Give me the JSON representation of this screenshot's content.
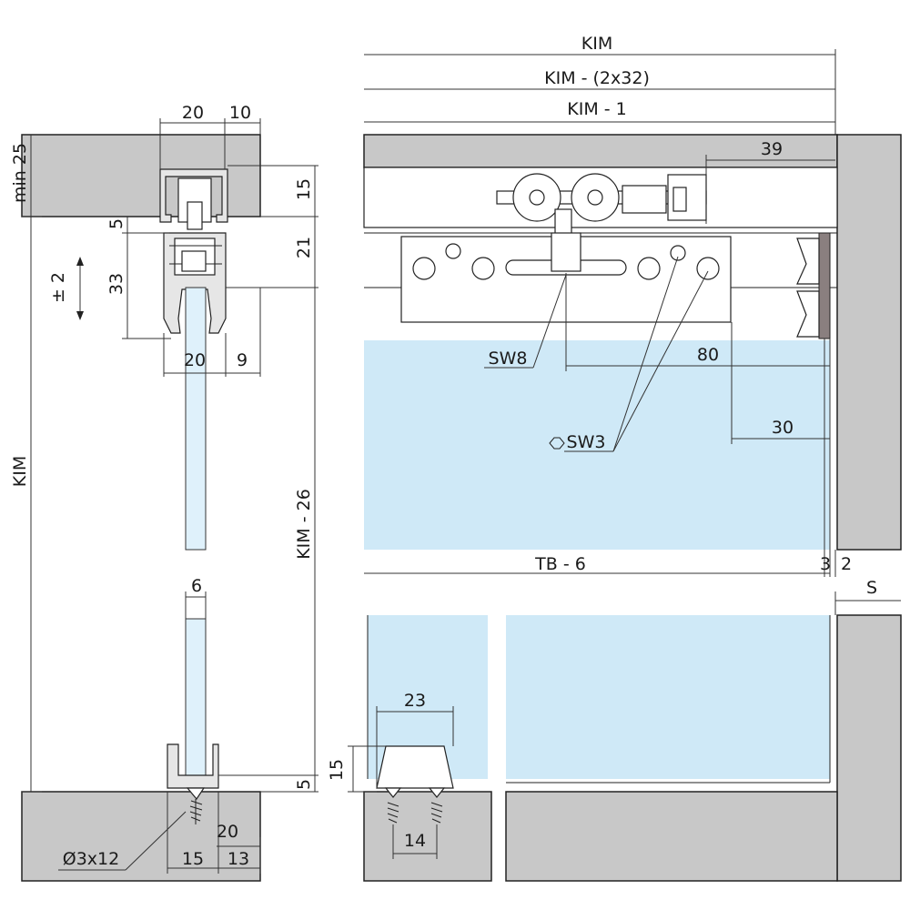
{
  "labels": {
    "kim_top": "KIM",
    "kim_minus_2x32": "KIM - (2x32)",
    "kim_minus_1": "KIM - 1",
    "d39": "39",
    "min25": "min 25",
    "d20_top": "20",
    "d10_top": "10",
    "d15_right": "15",
    "d5_left": "5",
    "d21": "21",
    "pm2": "± 2",
    "d33": "33",
    "d20_mid": "20",
    "d9": "9",
    "kim_left": "KIM",
    "kim_minus_26": "KIM - 26",
    "sw8": "SW8",
    "d80": "80",
    "d30": "30",
    "sw3": "SW3",
    "tb_minus_6": "TB - 6",
    "d3": "3",
    "d2": "2",
    "s": "S",
    "d6": "6",
    "d23": "23",
    "d15_guide": "15",
    "d5_bottom": "5",
    "d14": "14",
    "d20_screw": "20",
    "d3x12": "Ø3x12",
    "d15_bottom": "15",
    "d13": "13"
  },
  "colors": {
    "glass": "#cfe9f7",
    "wall": "#c8c8c8",
    "metal": "#e6e6e6",
    "line": "#222222"
  }
}
